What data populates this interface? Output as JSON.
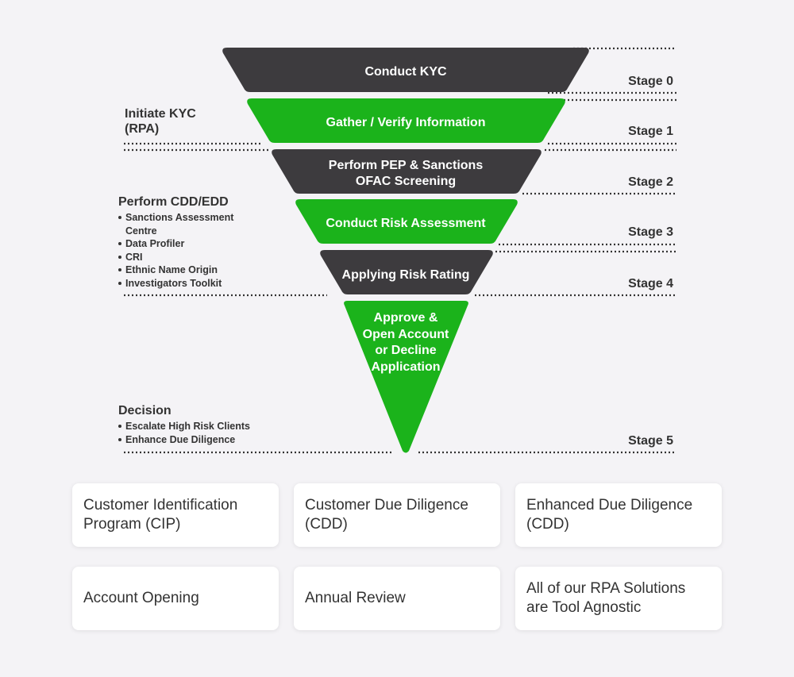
{
  "colors": {
    "dark": "#3d3b3e",
    "green": "#1bb31b",
    "text": "#333333",
    "background": "#f4f3f6"
  },
  "funnel": {
    "segments": [
      {
        "lines": [
          "Conduct KYC"
        ],
        "color": "dark"
      },
      {
        "lines": [
          "Gather / Verify Information"
        ],
        "color": "green"
      },
      {
        "lines": [
          "Perform PEP & Sanctions",
          "OFAC Screening"
        ],
        "color": "dark"
      },
      {
        "lines": [
          "Conduct Risk Assessment"
        ],
        "color": "green"
      },
      {
        "lines": [
          "Applying Risk Rating"
        ],
        "color": "dark"
      },
      {
        "lines": [
          "Approve &",
          "Open Account",
          "or Decline",
          "Application"
        ],
        "color": "green"
      }
    ],
    "stages": [
      "Stage 0",
      "Stage 1",
      "Stage 2",
      "Stage 3",
      "Stage 4",
      "Stage 5"
    ]
  },
  "annotations": {
    "initiate": {
      "title_line1": "Initiate KYC",
      "title_line2": "(RPA)"
    },
    "cdd": {
      "title": "Perform CDD/EDD",
      "items": [
        "Sanctions Assessment",
        "Centre",
        "Data Profiler",
        "CRI",
        "Ethnic Name Origin",
        "Investigators Toolkit"
      ]
    },
    "decision": {
      "title": "Decision",
      "items": [
        "Escalate High Risk Clients",
        "Enhance Due Diligence"
      ]
    }
  },
  "cards": [
    {
      "line1": "Customer Identification",
      "line2": "Program (CIP)"
    },
    {
      "line1": "Customer Due Diligence",
      "line2": "(CDD)"
    },
    {
      "line1": "Enhanced Due Diligence",
      "line2": "(CDD)"
    },
    {
      "line1": "Account Opening",
      "line2": ""
    },
    {
      "line1": "Annual Review",
      "line2": ""
    },
    {
      "line1": "All of our RPA Solutions",
      "line2": "are Tool Agnostic"
    }
  ]
}
